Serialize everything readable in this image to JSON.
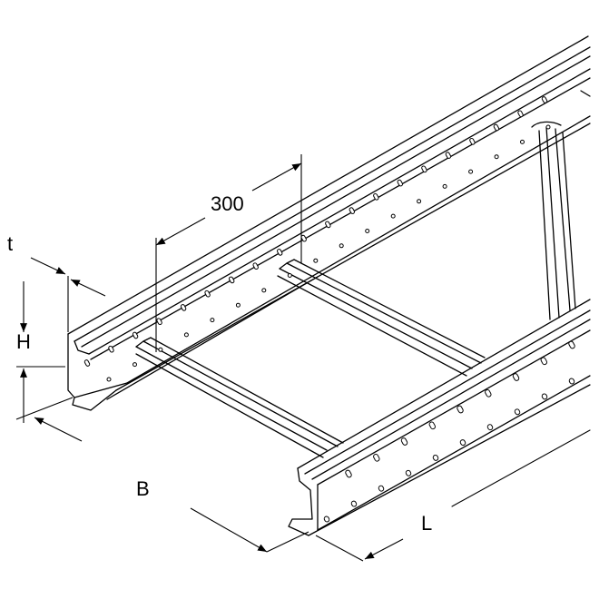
{
  "dimensions": {
    "spacing": "300",
    "thickness": "t",
    "height": "H",
    "width": "B",
    "length": "L"
  },
  "colors": {
    "line": "#000000",
    "background": "#ffffff",
    "hole": "#ffffff"
  }
}
